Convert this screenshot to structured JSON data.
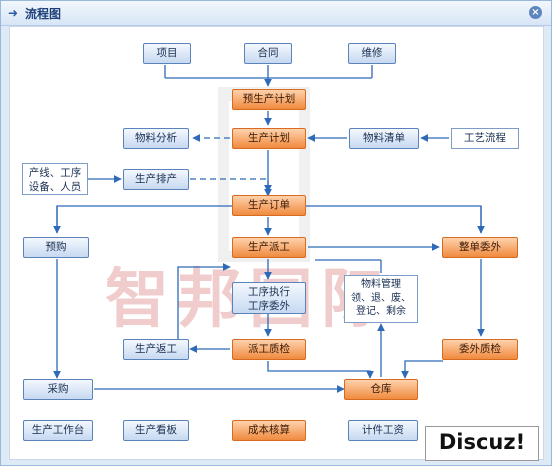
{
  "window": {
    "title": "流程图"
  },
  "watermark": {
    "text": "智邦国际"
  },
  "badge": {
    "text": "Discuz!"
  },
  "nodes": {
    "item": "项目",
    "contract": "合同",
    "maintenance": "维修",
    "pre_plan": "预生产计划",
    "material_analysis": "物料分析",
    "production_plan": "生产计划",
    "material_list": "物料清单",
    "process_flow": "工艺流程",
    "line_resources": "产线、工序\n设备、人员",
    "production_schedule": "生产排产",
    "production_order": "生产订单",
    "pre_purchase": "预购",
    "dispatch": "生产派工",
    "outsource_whole": "整单委外",
    "process_exec": "工序执行\n工序委外",
    "material_mgmt": "物料管理\n领、退、废、\n登记、剩余",
    "rework": "生产返工",
    "dispatch_qc": "派工质检",
    "outsource_qc": "委外质检",
    "purchase": "采购",
    "warehouse": "仓库",
    "workbench": "生产工作台",
    "kanban": "生产看板",
    "cost_accounting": "成本核算",
    "piece_wage": "计件工资"
  },
  "colors": {
    "accent_orange": "#f08a3e",
    "node_blue": "#c6d9f1",
    "line": "#2e6ab8",
    "frame": "#9ab7dc"
  }
}
